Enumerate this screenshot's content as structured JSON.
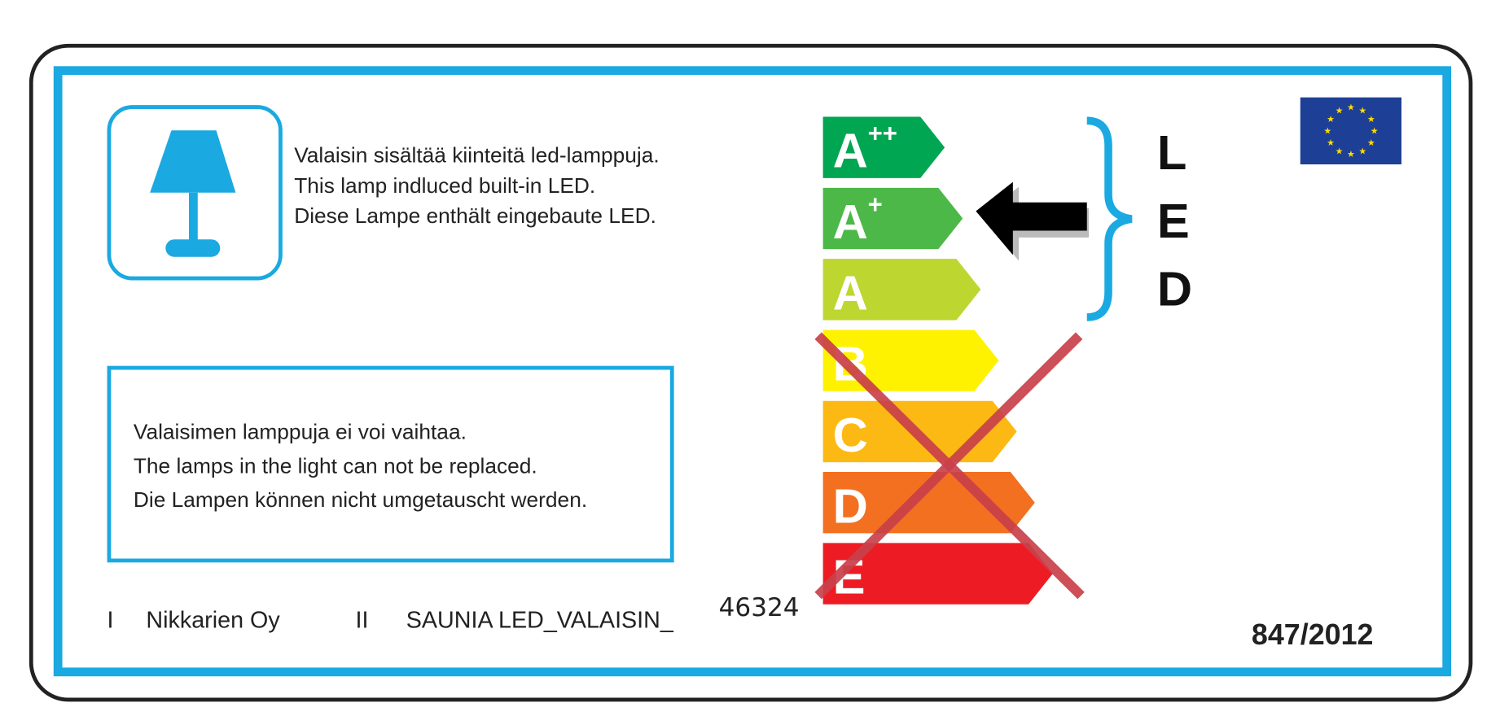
{
  "top_text": [
    "Valaisin sisältää kiinteitä led-lamppuja.",
    "This lamp indluced built-in LED.",
    "Diese Lampe enthält eingebaute LED."
  ],
  "replace_text": [
    "Valaisimen lamppuja ei voi vaihtaa.",
    "The lamps  in the light can not be replaced.",
    "Die Lampen können nicht umgetauscht werden."
  ],
  "classes": [
    {
      "label": "A",
      "sup": "++",
      "color": "#00a651"
    },
    {
      "label": "A",
      "sup": "+",
      "color": "#4cb848"
    },
    {
      "label": "A",
      "sup": "",
      "color": "#bed630"
    },
    {
      "label": "B",
      "sup": "",
      "color": "#fff200"
    },
    {
      "label": "C",
      "sup": "",
      "color": "#fdb913"
    },
    {
      "label": "D",
      "sup": "",
      "color": "#f37021"
    },
    {
      "label": "E",
      "sup": "",
      "color": "#ed1c24"
    }
  ],
  "selected_class": "A+",
  "led_letters": [
    "L",
    "E",
    "D"
  ],
  "footer": {
    "mark1": "I",
    "supplier": "Nikkarien Oy",
    "mark2": "II",
    "model": "SAUNIA LED_VALAISIN_",
    "model_number": "46324",
    "regulation": "847/2012"
  },
  "colors": {
    "frame": "#1ba9e1",
    "cross": "#c9404a"
  }
}
